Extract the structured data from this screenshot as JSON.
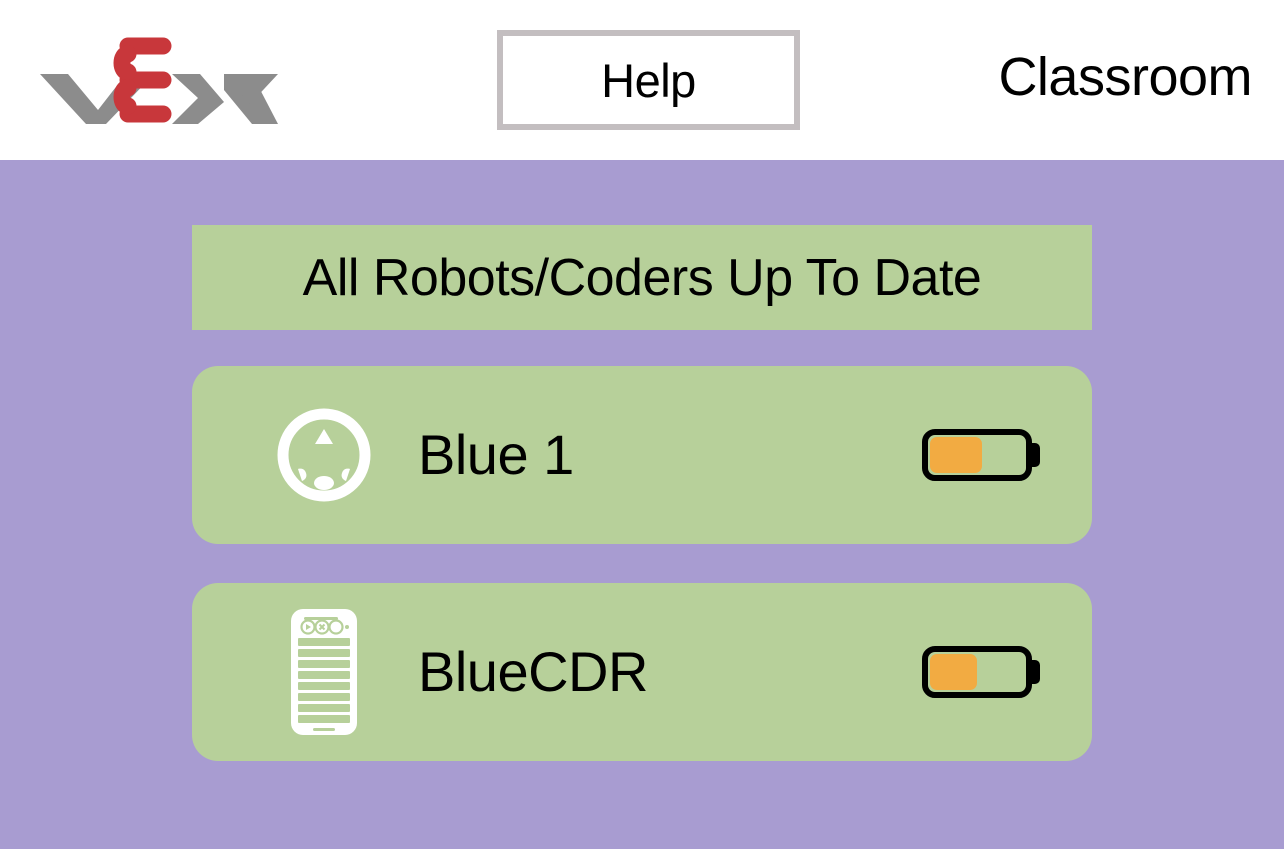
{
  "header": {
    "logo_alt": "VEX",
    "logo_gray": "#8c8c8c",
    "logo_red": "#c8373b",
    "help_label": "Help",
    "classroom_label": "Classroom"
  },
  "main": {
    "background_color": "#a89cd1",
    "panel_color": "#b7d09a",
    "status_banner": "All Robots/Coders Up To Date",
    "devices": [
      {
        "name": "Blue 1",
        "icon": "robot-123-icon",
        "battery_percent": 55,
        "battery_color": "#f2ab42"
      },
      {
        "name": "BlueCDR",
        "icon": "coder-device-icon",
        "battery_percent": 50,
        "battery_color": "#f2ab42"
      }
    ]
  }
}
